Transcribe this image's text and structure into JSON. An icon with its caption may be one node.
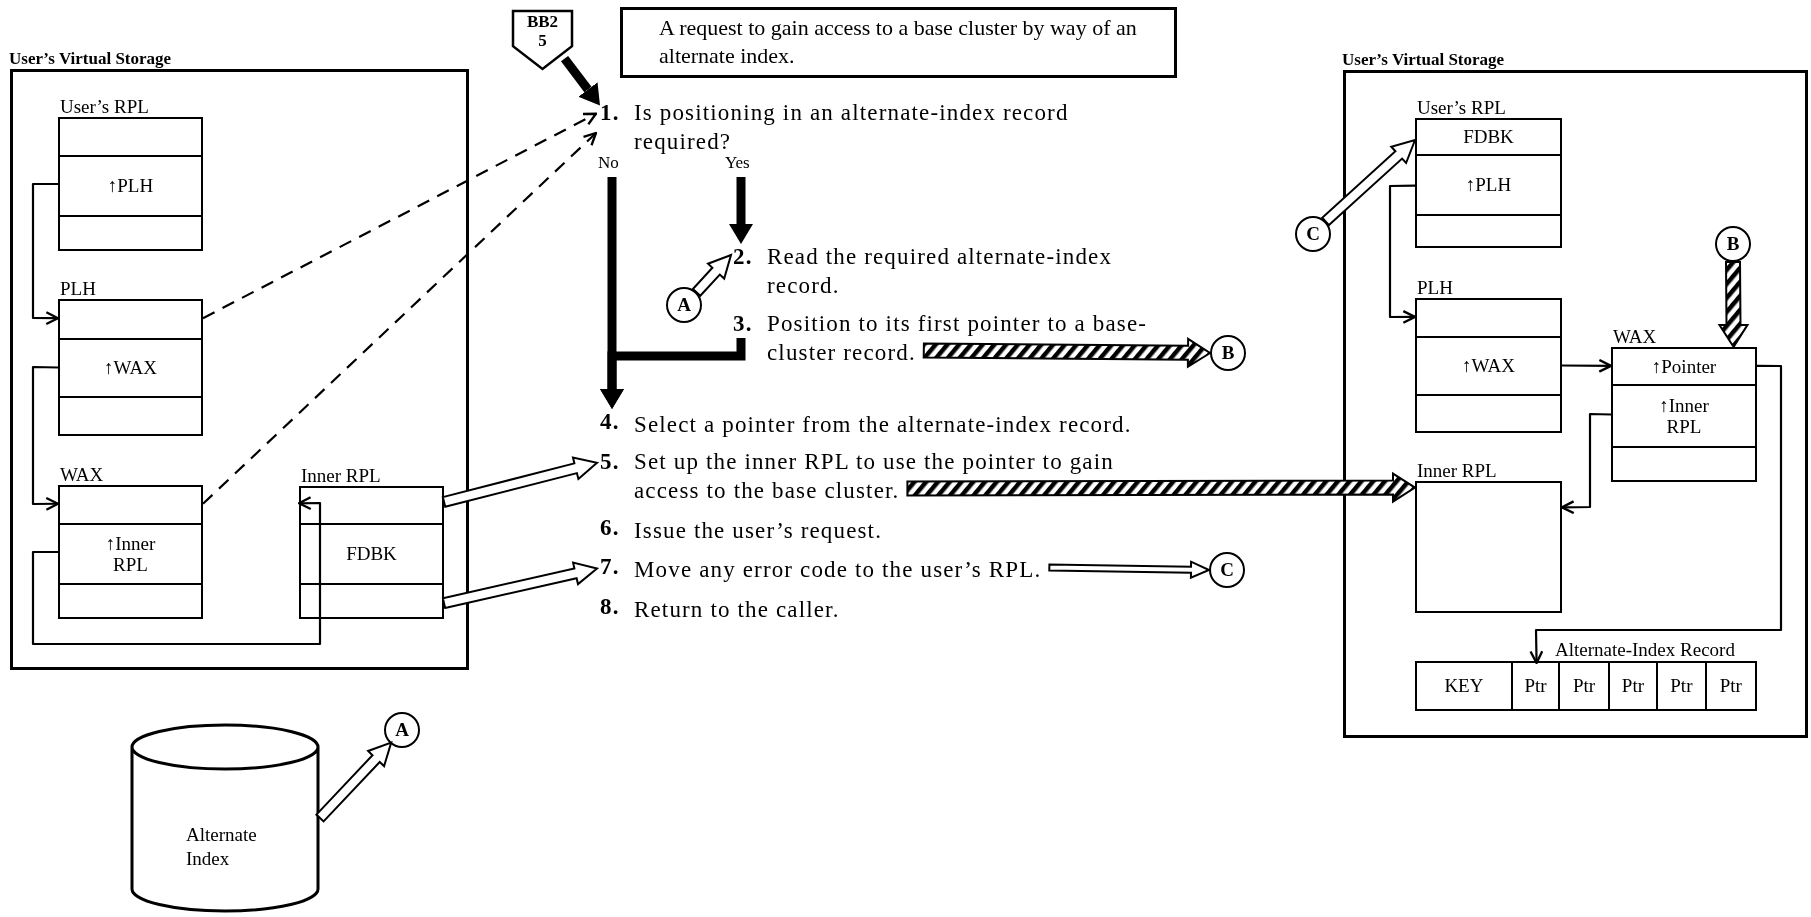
{
  "diagram": {
    "nodes": [
      {
        "text": [
          "A request to gain access to a base cluster by way of an alternate index."
        ]
      },
      {
        "text": [
          "BB2",
          "5"
        ]
      },
      {
        "text": [
          "User’s Virtual Storage"
        ]
      },
      {
        "text": [
          "User’s RPL",
          "↑PLH"
        ],
        "in": 2
      },
      {
        "text": [
          "PLH",
          "↑WAX"
        ],
        "in": 2
      },
      {
        "text": [
          "WAX",
          "↑Inner RPL"
        ],
        "in": 2
      },
      {
        "text": [
          "Inner RPL",
          "FDBK"
        ],
        "in": 2
      },
      {
        "text": [
          "1.",
          "Is positioning in an alternate-index record required?"
        ]
      },
      {
        "text": [
          "2.",
          "Read the required alternate-index record."
        ]
      },
      {
        "text": [
          "3.",
          "Position to its first pointer to a base-cluster record."
        ]
      },
      {
        "text": [
          "4.",
          "Select a pointer from the alternate-index record."
        ]
      },
      {
        "text": [
          "5.",
          "Set up the inner RPL to use the pointer to gain access to the base cluster."
        ]
      },
      {
        "text": [
          "6.",
          "Issue the user’s request."
        ]
      },
      {
        "text": [
          "7.",
          "Move any error code to the user’s RPL."
        ]
      },
      {
        "text": [
          "8.",
          "Return to the caller."
        ]
      },
      {
        "text": [
          "A"
        ]
      },
      {
        "text": [
          "B"
        ]
      },
      {
        "text": [
          "C"
        ]
      },
      {
        "text": [
          "User’s Virtual Storage"
        ]
      },
      {
        "text": [
          "User’s RPL",
          "FDBK",
          "↑PLH"
        ],
        "in": 18
      },
      {
        "text": [
          "C"
        ]
      },
      {
        "text": [
          "PLH",
          "↑WAX"
        ],
        "in": 18
      },
      {
        "text": [
          "B"
        ],
        "in": 18
      },
      {
        "text": [
          "WAX",
          "↑Pointer",
          "↑Inner RPL"
        ],
        "in": 18
      },
      {
        "text": [
          "Inner RPL"
        ],
        "in": 18
      },
      {
        "text": [
          "Alternate-Index Record"
        ],
        "in": 18
      },
      {
        "text": [
          "KEY"
        ],
        "in": 25
      },
      {
        "text": [
          "Ptr"
        ],
        "in": 25
      },
      {
        "text": [
          "Ptr"
        ],
        "in": 25
      },
      {
        "text": [
          "Ptr"
        ],
        "in": 25
      },
      {
        "text": [
          "Ptr"
        ],
        "in": 25
      },
      {
        "text": [
          "Ptr"
        ],
        "in": 25
      },
      {
        "text": [
          "Alternate Index"
        ]
      },
      {
        "text": [
          "A"
        ]
      }
    ],
    "edges": [
      {
        "from": 1,
        "to": 7,
        "arrow": "to",
        "style": "thick"
      },
      {
        "from": 7,
        "to": 10,
        "arrow": "to",
        "style": "thick",
        "label": "No"
      },
      {
        "from": 7,
        "to": 8,
        "arrow": "to",
        "style": "thick",
        "label": "Yes"
      },
      {
        "from": 9,
        "to": 10,
        "arrow": "to",
        "style": "thick"
      },
      {
        "from": 3,
        "to": 4,
        "arrow": "to"
      },
      {
        "from": 4,
        "to": 5,
        "arrow": "to"
      },
      {
        "from": 5,
        "to": 6,
        "arrow": "to"
      },
      {
        "from": 4,
        "to": 7,
        "arrow": "to",
        "style": "dashed"
      },
      {
        "from": 5,
        "to": 7,
        "arrow": "to",
        "style": "dashed"
      },
      {
        "from": 6,
        "to": 11,
        "arrow": "to",
        "style": "thick"
      },
      {
        "from": 6,
        "to": 13,
        "arrow": "to",
        "style": "thick"
      },
      {
        "from": 15,
        "to": 8,
        "arrow": "to",
        "style": "thick"
      },
      {
        "from": 9,
        "to": 16,
        "arrow": "to",
        "style": "thick"
      },
      {
        "from": 11,
        "to": 24,
        "arrow": "to",
        "style": "thick"
      },
      {
        "from": 13,
        "to": 17,
        "arrow": "to",
        "style": "thick"
      },
      {
        "from": 20,
        "to": 19,
        "arrow": "to",
        "style": "thick"
      },
      {
        "from": 22,
        "to": 23,
        "arrow": "to",
        "style": "thick"
      },
      {
        "from": 19,
        "to": 21,
        "arrow": "to"
      },
      {
        "from": 21,
        "to": 23,
        "arrow": "to"
      },
      {
        "from": 23,
        "to": 24,
        "arrow": "to"
      },
      {
        "from": 23,
        "to": 27,
        "arrow": "to"
      },
      {
        "from": 32,
        "to": 33,
        "arrow": "to",
        "style": "thick"
      }
    ]
  }
}
